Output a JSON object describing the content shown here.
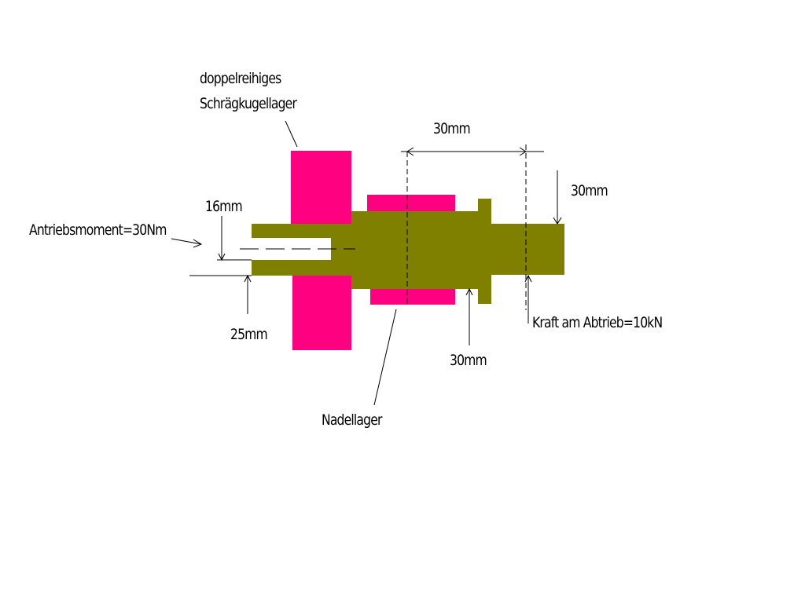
{
  "diagram": {
    "labels": {
      "bearing_top_line1": "doppelreihiges",
      "bearing_top_line2": "Schrägkugellager",
      "dim_length": "30mm",
      "dim_output_diameter": "30mm",
      "dim_bore": "16mm",
      "dim_input_diameter": "25mm",
      "dim_middle_diameter": "30mm",
      "torque": "Antriebsmoment=30Nm",
      "force": "Kraft am Abtrieb=10kN",
      "needle_bearing": "Nadellager"
    },
    "colors": {
      "shaft": "#808000",
      "bearing": "#ff0080",
      "line": "#000000",
      "background": "#ffffff"
    }
  }
}
